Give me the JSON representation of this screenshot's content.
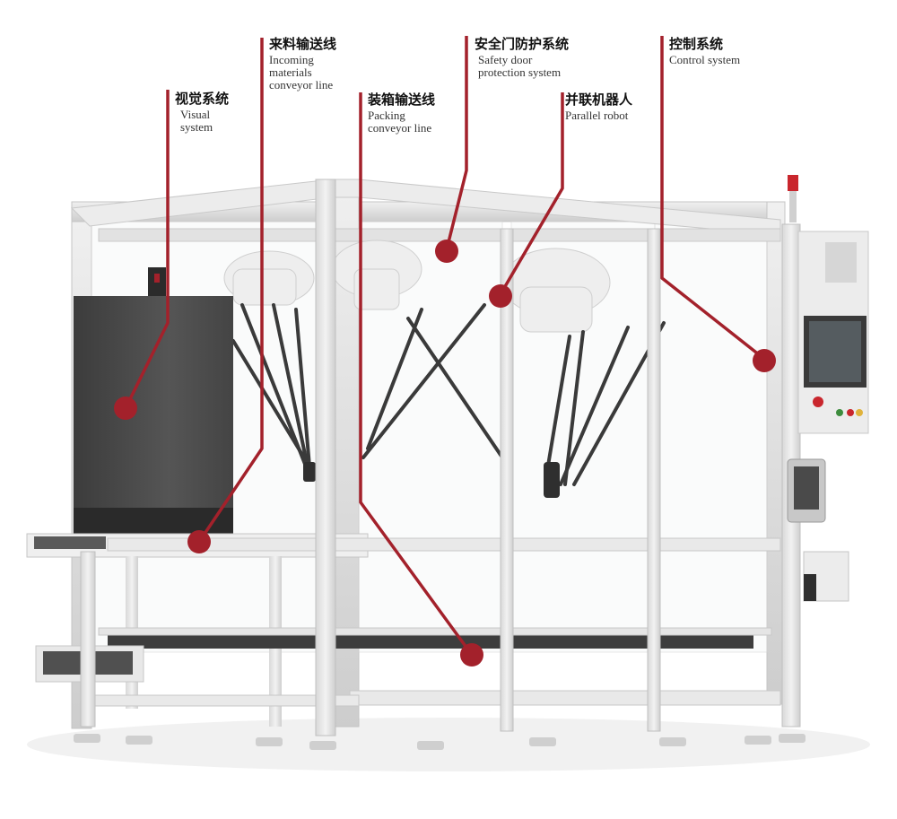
{
  "colors": {
    "accent": "#a3212b",
    "frame": "#e6e6e6",
    "frame_edge": "#c9c9c9",
    "vision_box": "#4a4a4a"
  },
  "callouts": [
    {
      "id": "vision",
      "zh": "视觉系统",
      "en": "Visual\nsystem"
    },
    {
      "id": "incoming",
      "zh": "来料输送线",
      "en": "Incoming\nmaterials\nconveyor line"
    },
    {
      "id": "packing",
      "zh": "装箱输送线",
      "en": "Packing\nconveyor line"
    },
    {
      "id": "safety",
      "zh": "安全门防护系统",
      "en": "Safety door\nprotection system"
    },
    {
      "id": "robot",
      "zh": "并联机器人",
      "en": "Parallel robot"
    },
    {
      "id": "control",
      "zh": "控制系统",
      "en": "Control system"
    }
  ]
}
